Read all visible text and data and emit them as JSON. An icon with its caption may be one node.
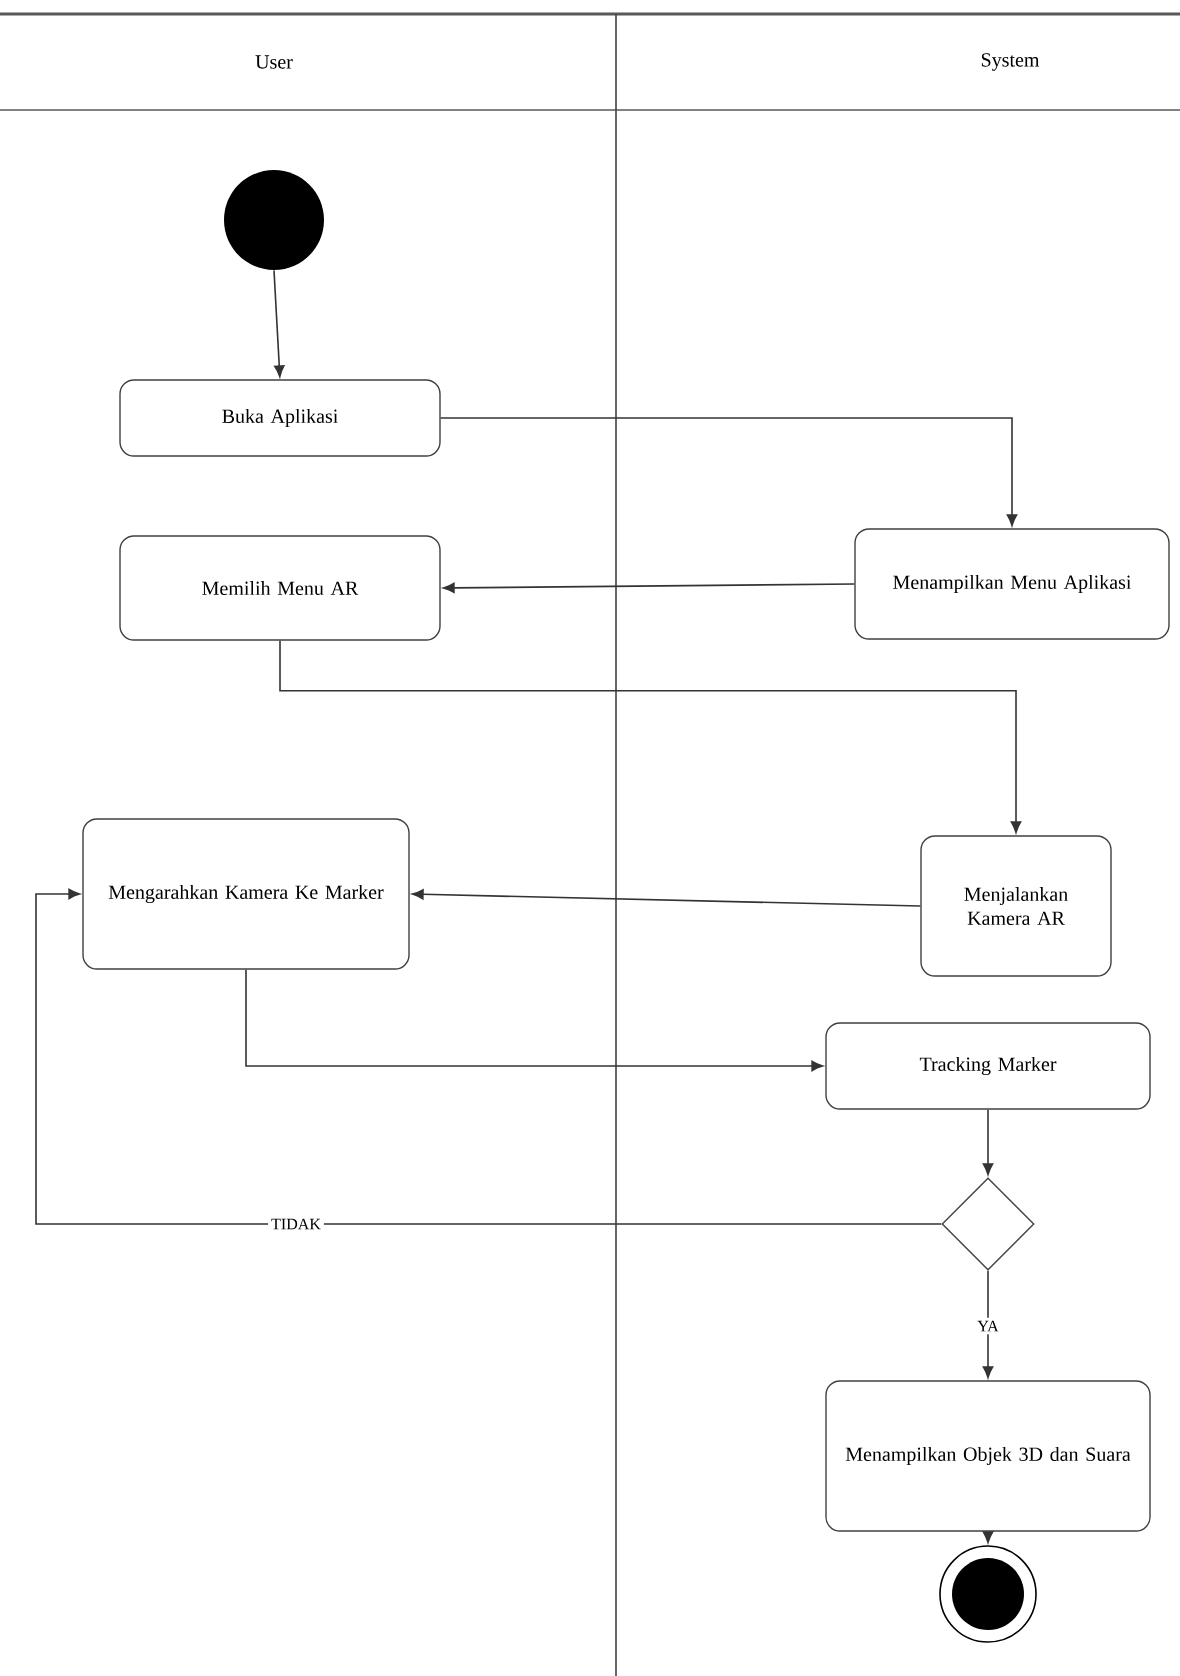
{
  "diagram": {
    "nodes": [
      {
        "text": [],
        "shape": "circle"
      },
      {
        "text": [
          "Buka Aplikasi"
        ]
      },
      {
        "text": [
          "Menampilkan Menu Aplikasi"
        ]
      },
      {
        "text": [
          "Memilih Menu AR"
        ]
      },
      {
        "text": [
          "Menjalankan Kamera AR"
        ]
      },
      {
        "text": [
          "Mengarahkan Kamera Ke Marker"
        ]
      },
      {
        "text": [
          "Tracking Marker"
        ]
      },
      {
        "text": [],
        "shape": "diamond"
      },
      {
        "text": [
          "Menampilkan Objek 3D dan Suara"
        ]
      },
      {
        "text": [],
        "shape": "circle"
      }
    ],
    "edges": [
      {
        "from": 0,
        "to": 1,
        "arrow": "to"
      },
      {
        "from": 1,
        "to": 2,
        "arrow": "to"
      },
      {
        "from": 2,
        "to": 3,
        "arrow": "to"
      },
      {
        "from": 3,
        "to": 4,
        "arrow": "to"
      },
      {
        "from": 4,
        "to": 5,
        "arrow": "to"
      },
      {
        "from": 5,
        "to": 6,
        "arrow": "to"
      },
      {
        "from": 6,
        "to": 7,
        "arrow": "to"
      },
      {
        "from": 7,
        "to": 5,
        "label": "TIDAK",
        "arrow": "to"
      },
      {
        "from": 7,
        "to": 8,
        "label": "YA",
        "arrow": "to"
      },
      {
        "from": 8,
        "to": 9,
        "arrow": "to"
      }
    ],
    "labels": [
      "User",
      "System"
    ]
  }
}
